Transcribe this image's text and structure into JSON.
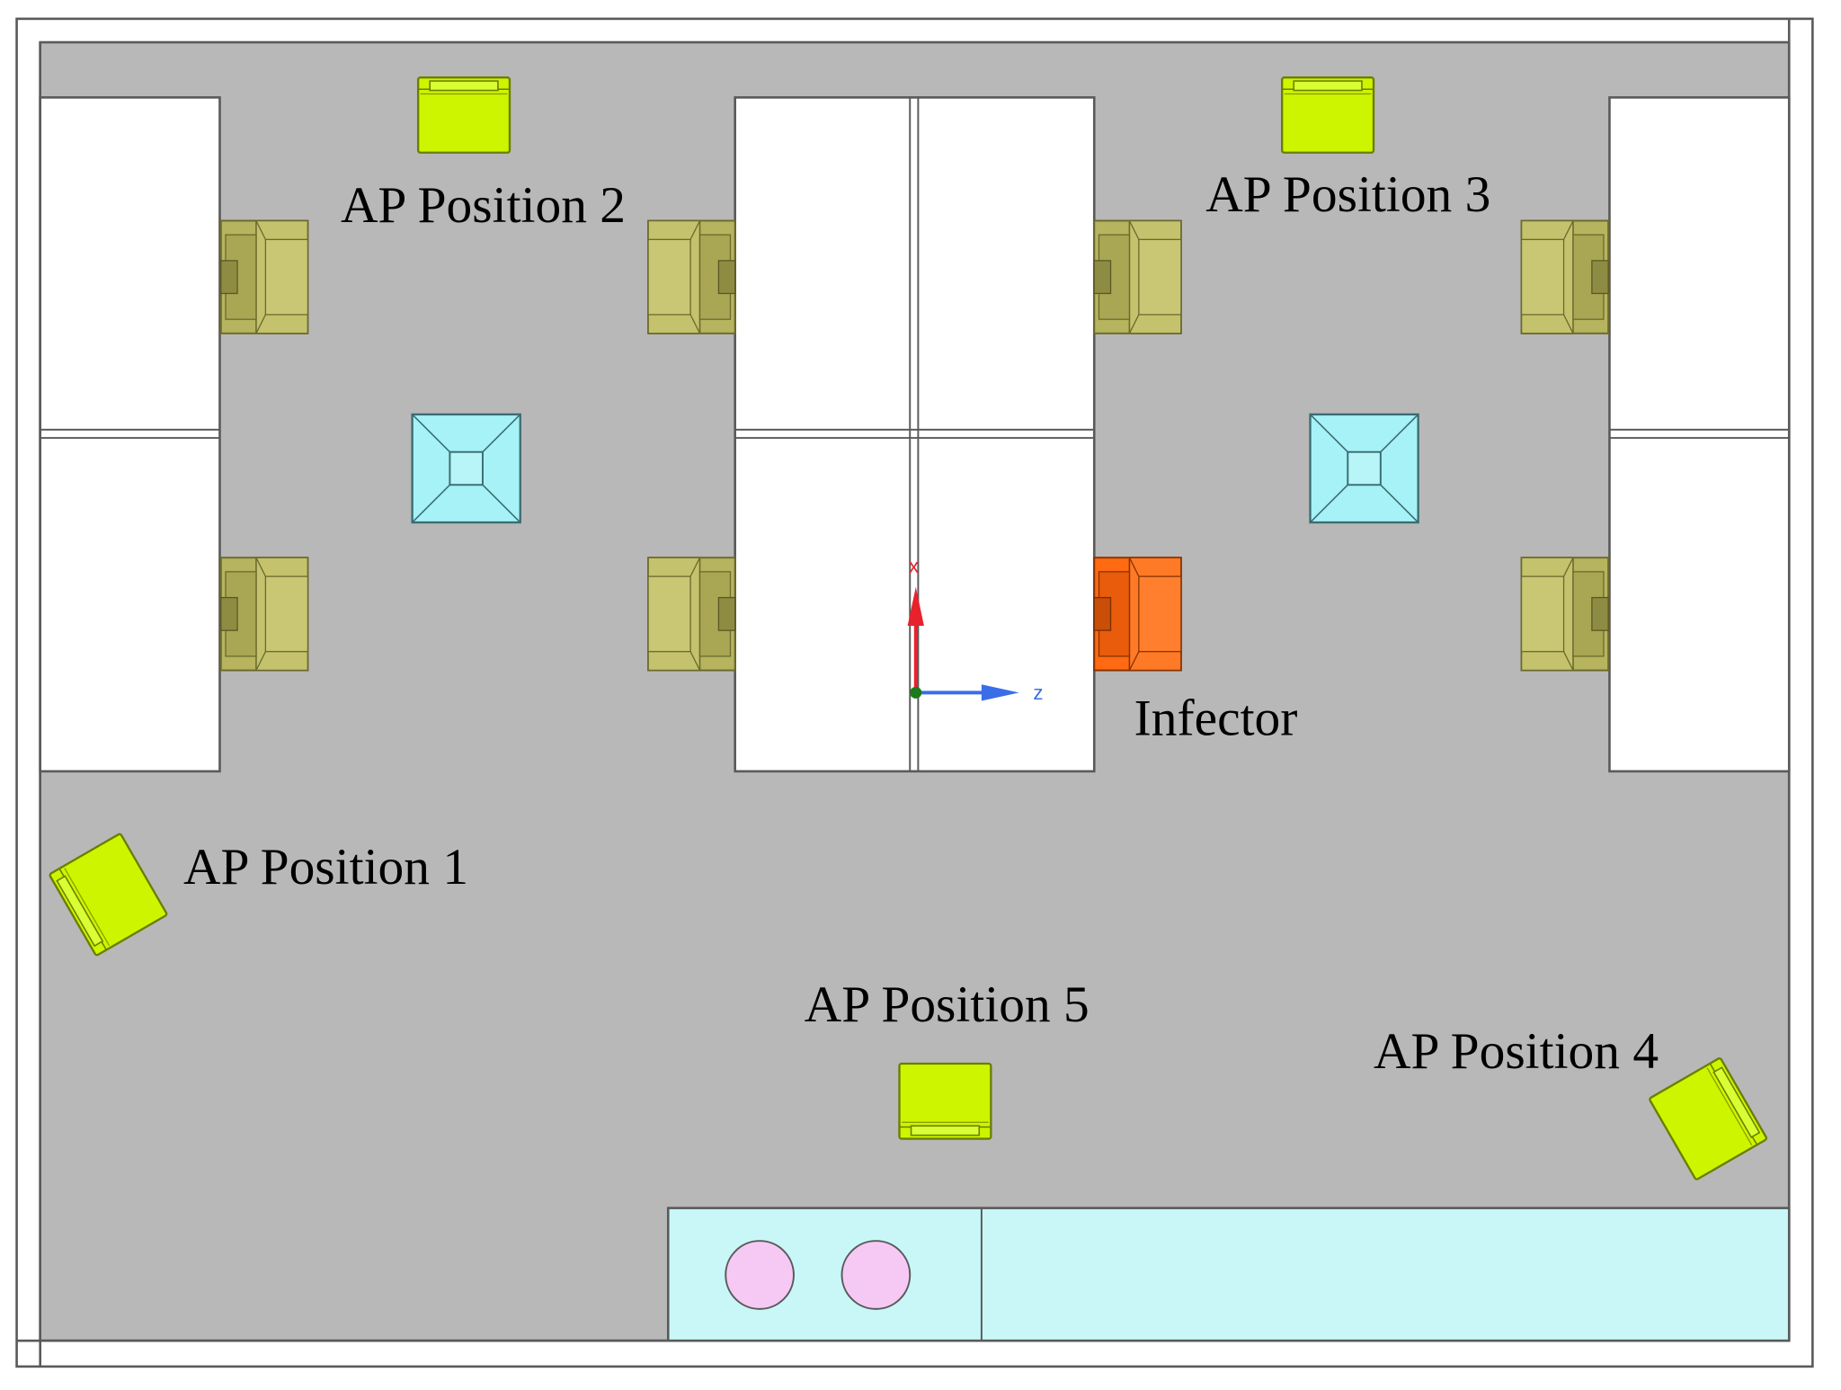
{
  "labels": {
    "ap1": "AP Position 1",
    "ap2": "AP Position 2",
    "ap3": "AP Position 3",
    "ap4": "AP Position 4",
    "ap5": "AP Position 5",
    "infector": "Infector"
  },
  "axes": {
    "x": "x",
    "z": "z"
  },
  "colors": {
    "floor": "#b8b8b8",
    "wall": "#ffffff",
    "table": "#ffffff",
    "chair": "#b6b45e",
    "infector_chair": "#ff6a12",
    "air_purifier": "#cdf500",
    "diffuser": "#a6f2f6",
    "counter": "#c9f7f8",
    "sink": "#f6c9f4",
    "axis_x": "#e8222c",
    "axis_z": "#3a6de8",
    "origin": "#1b7a1b"
  }
}
